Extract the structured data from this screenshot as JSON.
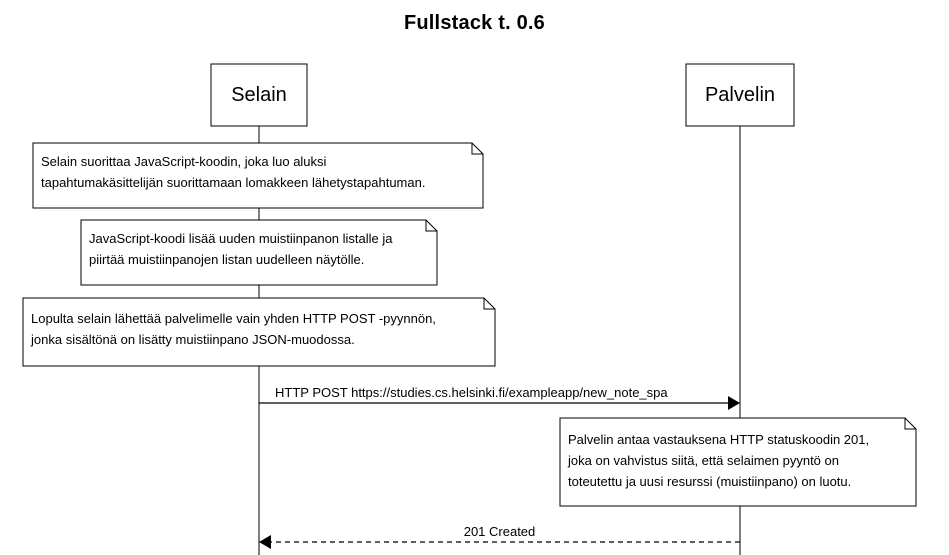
{
  "diagram": {
    "title": "Fullstack t. 0.6",
    "participants": [
      {
        "id": "browser",
        "label": "Selain"
      },
      {
        "id": "server",
        "label": "Palvelin"
      }
    ],
    "notes": [
      {
        "lines": [
          "Selain suorittaa JavaScript-koodin, joka luo aluksi",
          "tapahtumakäsittelijän suorittamaan lomakkeen lähetystapahtuman."
        ]
      },
      {
        "lines": [
          "JavaScript-koodi lisää uuden muistiinpanon listalle ja",
          "piirtää muistiinpanojen listan uudelleen näytölle."
        ]
      },
      {
        "lines": [
          "Lopulta selain lähettää palvelimelle vain yhden HTTP POST -pyynnön,",
          "jonka sisältönä on lisätty muistiinpano JSON-muodossa."
        ]
      },
      {
        "lines": [
          "Palvelin antaa vastauksena HTTP statuskoodin 201,",
          "joka on vahvistus siitä, että selaimen pyyntö on",
          "toteutettu ja uusi resurssi (muistiinpano) on luotu."
        ]
      }
    ],
    "messages": [
      {
        "from": "browser",
        "to": "server",
        "label": "HTTP POST https://studies.cs.helsinki.fi/exampleapp/new_note_spa",
        "style": "solid"
      },
      {
        "from": "server",
        "to": "browser",
        "label": "201 Created",
        "style": "dashed"
      }
    ]
  }
}
